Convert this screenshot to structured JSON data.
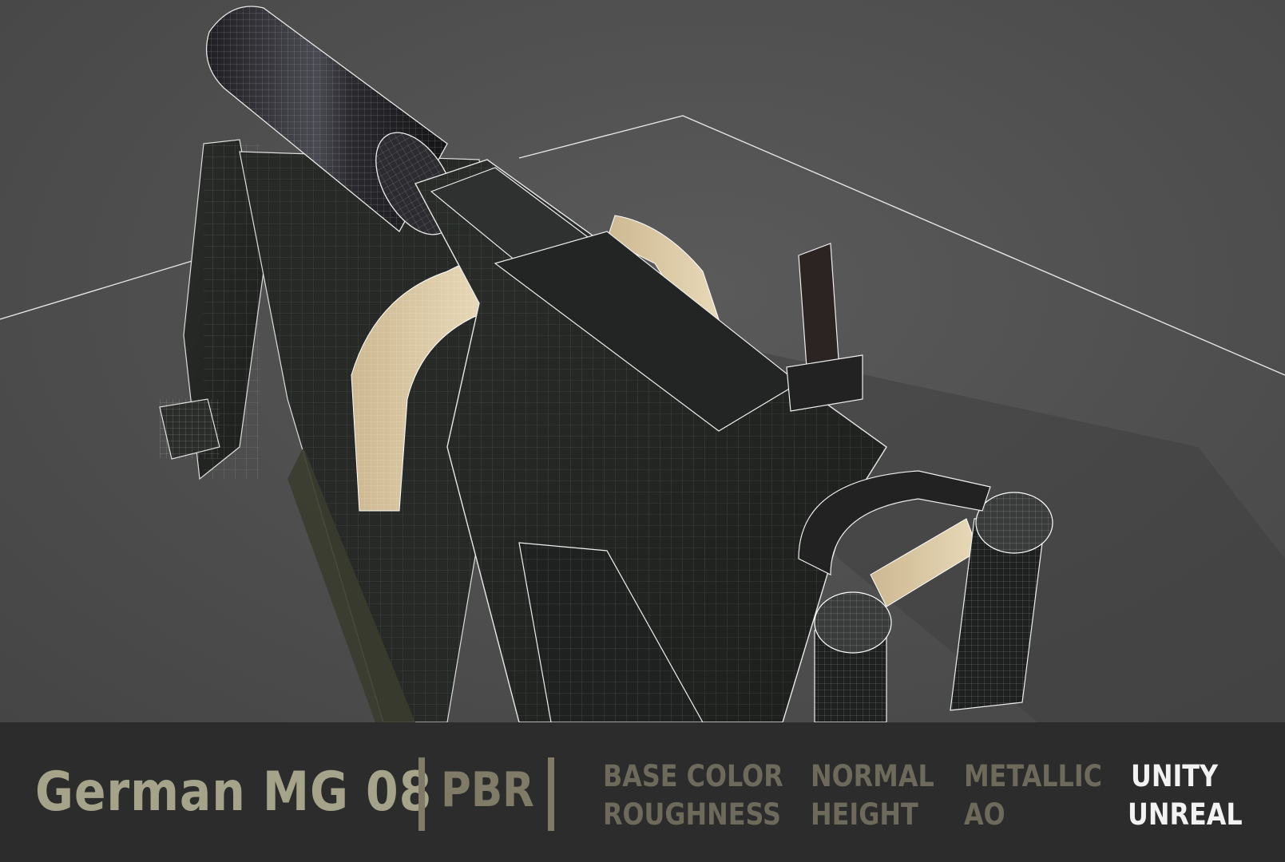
{
  "product": {
    "title": "German MG 08",
    "pbr_label": "PBR"
  },
  "texture_maps": {
    "column1": [
      "BASE COLOR",
      "ROUGHNESS"
    ],
    "column2": [
      "NORMAL",
      "HEIGHT"
    ],
    "column3": [
      "METALLIC",
      "AO"
    ]
  },
  "engines": [
    "UNITY",
    "UNREAL"
  ],
  "colors": {
    "viewport_bg": "#4f4f4f",
    "bar_bg": "#2c2c2c",
    "title_color": "#a6a38b",
    "map_label_color": "#6d6a5b",
    "engine_label_color": "#f2f2f2"
  }
}
